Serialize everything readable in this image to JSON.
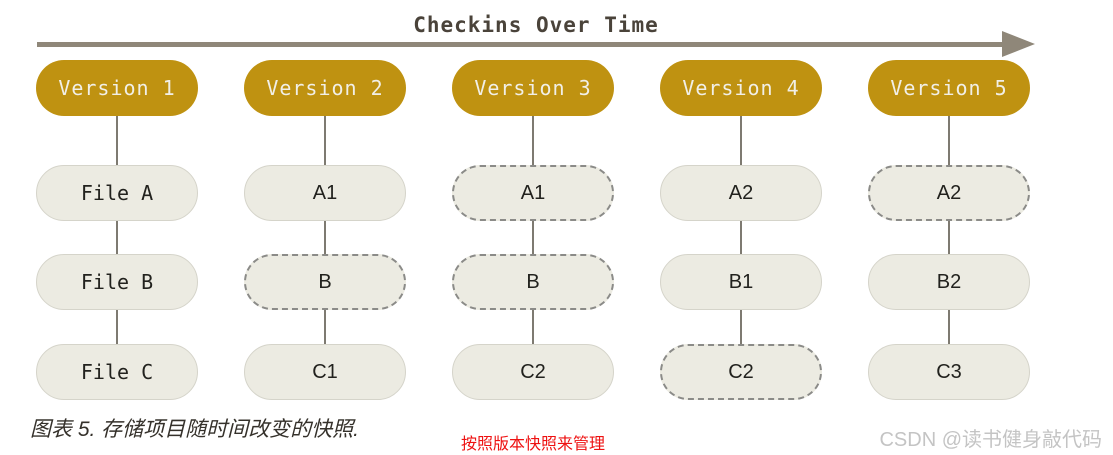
{
  "title": "Checkins Over Time",
  "columns": [
    {
      "version": "Version 1",
      "files": [
        {
          "label": "File A",
          "style": "solid"
        },
        {
          "label": "File B",
          "style": "solid"
        },
        {
          "label": "File C",
          "style": "solid"
        }
      ]
    },
    {
      "version": "Version 2",
      "files": [
        {
          "label": "A1",
          "style": "solid"
        },
        {
          "label": "B",
          "style": "dashed"
        },
        {
          "label": "C1",
          "style": "solid"
        }
      ]
    },
    {
      "version": "Version 3",
      "files": [
        {
          "label": "A1",
          "style": "dashed"
        },
        {
          "label": "B",
          "style": "dashed"
        },
        {
          "label": "C2",
          "style": "solid"
        }
      ]
    },
    {
      "version": "Version 4",
      "files": [
        {
          "label": "A2",
          "style": "solid"
        },
        {
          "label": "B1",
          "style": "solid"
        },
        {
          "label": "C2",
          "style": "dashed"
        }
      ]
    },
    {
      "version": "Version 5",
      "files": [
        {
          "label": "A2",
          "style": "dashed"
        },
        {
          "label": "B2",
          "style": "solid"
        },
        {
          "label": "C3",
          "style": "solid"
        }
      ]
    }
  ],
  "caption": "图表 5. 存储项目随时间改变的快照.",
  "annotation": "按照版本快照来管理",
  "watermark": "CSDN @读书健身敲代码",
  "colors": {
    "version_fill": "#bf9211",
    "version_text": "#f1efe7",
    "file_fill": "#ecebe2",
    "file_border_solid": "#d5d4ca",
    "file_border_dashed": "#8b8b88",
    "arrow": "#8f8779",
    "connector": "#7e7a71",
    "title_text": "#4a433a",
    "annotation_red": "#ee1111",
    "watermark_gray": "#c4c4c4"
  }
}
